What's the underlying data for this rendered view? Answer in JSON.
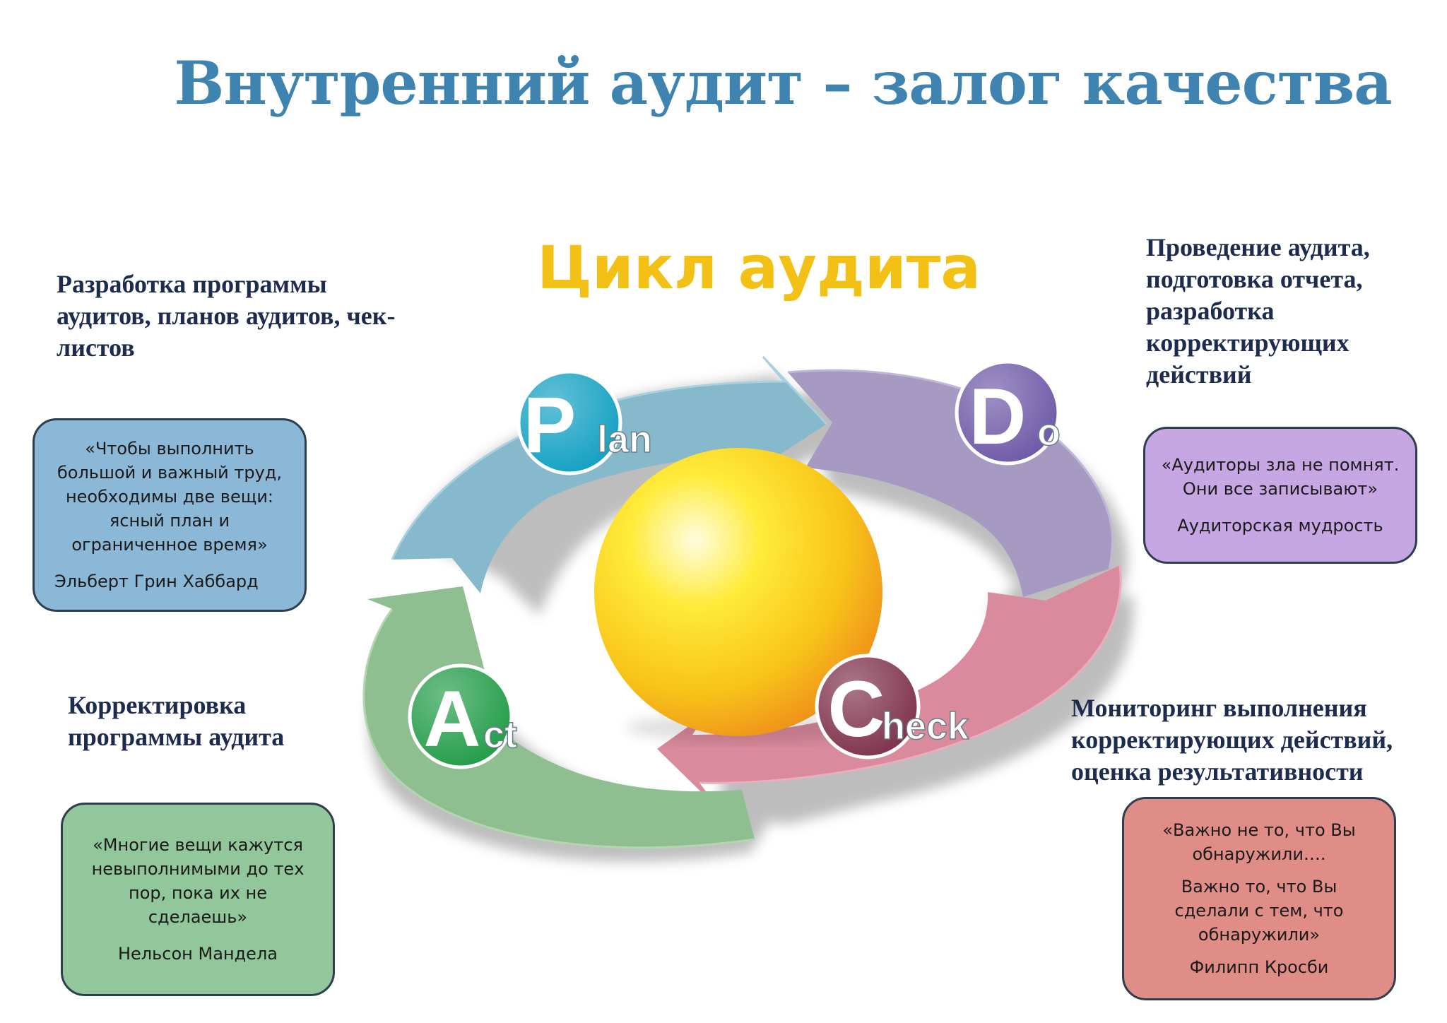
{
  "title": "Внутренний аудит – залог качества",
  "cycle_title": "Цикл аудита",
  "colors": {
    "title": "#3f84b0",
    "cycle_title": "#f3c016",
    "plan": "#0e9ec1",
    "do": "#6b55a5",
    "check": "#7c2d48",
    "act": "#1e9a45"
  },
  "cycle": {
    "plan": {
      "initial": "P",
      "rest": "lan"
    },
    "do": {
      "initial": "D",
      "rest": "o"
    },
    "check": {
      "initial": "C",
      "rest": "heck"
    },
    "act": {
      "initial": "A",
      "rest": "ct"
    }
  },
  "headings": {
    "plan": [
      "Разработка программы",
      "аудитов, планов аудитов, чек-",
      "листов"
    ],
    "do": [
      "Проведение аудита,",
      "подготовка отчета,",
      "разработка",
      "корректирующих",
      "действий"
    ],
    "act": [
      "Корректировка",
      "программы аудита"
    ],
    "check": [
      "Мониторинг выполнения",
      "корректирующих действий,",
      "оценка результативности"
    ]
  },
  "quotes": {
    "plan": {
      "lines": [
        "«Чтобы выполнить",
        "большой и важный труд,",
        "необходимы две вещи:",
        "ясный план и",
        "ограниченное время»"
      ],
      "author": "Эльберт Грин Хаббард",
      "bg": "#8cb8d8"
    },
    "do": {
      "lines": [
        "«Аудиторы зла не помнят.",
        "Они все записывают»"
      ],
      "author": "Аудиторская мудрость",
      "bg": "#c6a7e3"
    },
    "act": {
      "lines": [
        "«Многие вещи кажутся",
        "невыполнимыми до тех",
        "пор, пока их не",
        "сделаешь»"
      ],
      "author": "Нельсон Мандела",
      "bg": "#92c69b"
    },
    "check": {
      "lines": [
        "«Важно не то, что Вы",
        "обнаружили….",
        "",
        "Важно то, что Вы",
        "сделали с тем, что",
        "обнаружили»"
      ],
      "author": "Филипп Кросби",
      "bg": "#e08d88"
    }
  }
}
